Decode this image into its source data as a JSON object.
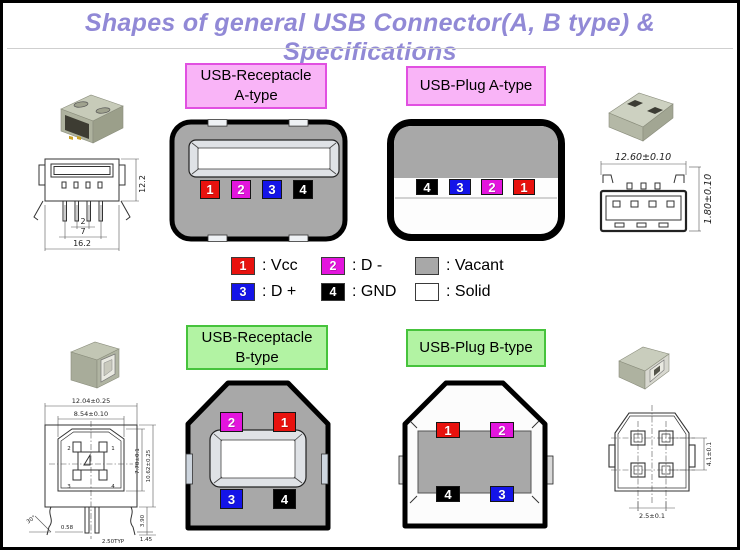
{
  "title": "Shapes of general USB Connector(A, B type) & Specifications",
  "panels": {
    "receptacle_a": {
      "label_line1": "USB-Receptacle",
      "label_line2": "A-type",
      "pins": [
        "1",
        "2",
        "3",
        "4"
      ]
    },
    "plug_a": {
      "label": "USB-Plug A-type",
      "pins": [
        "4",
        "3",
        "2",
        "1"
      ]
    },
    "receptacle_b": {
      "label_line1": "USB-Receptacle",
      "label_line2": "B-type",
      "pins_top": [
        "2",
        "1"
      ],
      "pins_bottom": [
        "3",
        "4"
      ]
    },
    "plug_b": {
      "label": "USB-Plug B-type",
      "pins_top": [
        "1",
        "2"
      ],
      "pins_bottom": [
        "4",
        "3"
      ]
    }
  },
  "legend": {
    "items": [
      {
        "num": "1",
        "label": ": Vcc",
        "swatch": "#e8120e"
      },
      {
        "num": "2",
        "label": ": D -",
        "swatch": "#e315dd"
      },
      {
        "num": "",
        "label": ": Vacant",
        "swatch": "#a8a8a8"
      },
      {
        "num": "3",
        "label": ": D +",
        "swatch": "#1414e8"
      },
      {
        "num": "4",
        "label": ": GND",
        "swatch": "#000000"
      },
      {
        "num": "",
        "label": ": Solid",
        "swatch": "#ffffff"
      }
    ]
  },
  "drawings": {
    "receptacle_a": {
      "height": "12.2",
      "pin_pitch": "2",
      "pin_span": "7",
      "width": "16.2"
    },
    "plug_a": {
      "width": "12.60±0.10",
      "thickness": "1.80±0.10"
    },
    "receptacle_b": {
      "outer_width": "12.04±0.25",
      "inner_width": "8.54±0.10",
      "inner_height": "7.78±0.1",
      "outer_height": "10.62±0.25",
      "leg_length": "3.90",
      "foot": "0.58",
      "tab": "1.45",
      "pitch": "2.50TYP",
      "angle": "30°",
      "pin_tl": "2",
      "pin_tr": "1",
      "pin_bl": "3",
      "pin_br": "4"
    },
    "plug_b": {
      "height": "4.1±0.1",
      "pitch": "2.5±0.1"
    }
  },
  "colors": {
    "title": "#9189d6",
    "pink_bg": "#f9b4f7",
    "pink_border": "#e150e1",
    "green_bg": "#b2f3a3",
    "green_border": "#46c33c",
    "body_gray": "#a8a8a8",
    "pin_red": "#e8120e",
    "pin_magenta": "#e315dd",
    "pin_blue": "#1414e8",
    "pin_black": "#000000"
  }
}
